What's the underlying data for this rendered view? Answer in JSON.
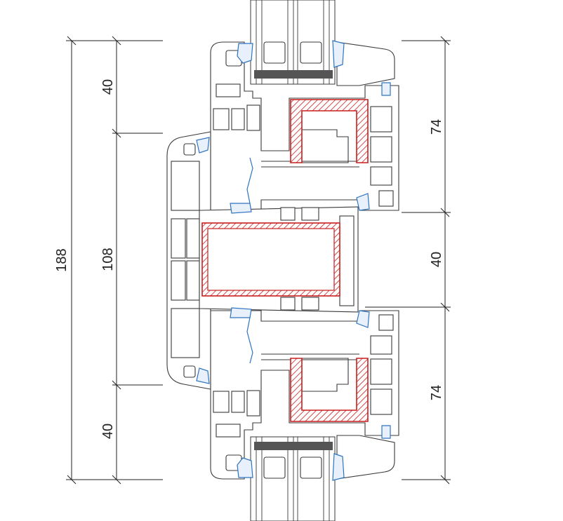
{
  "dimensions": {
    "total_height": "188",
    "left_top": "40",
    "left_middle": "108",
    "left_bottom": "40",
    "right_top": "74",
    "right_middle": "40",
    "right_bottom": "74"
  },
  "colors": {
    "reinforcement": "#c81e1e",
    "seal": "#2f74c0",
    "line": "#3a3a3a"
  }
}
